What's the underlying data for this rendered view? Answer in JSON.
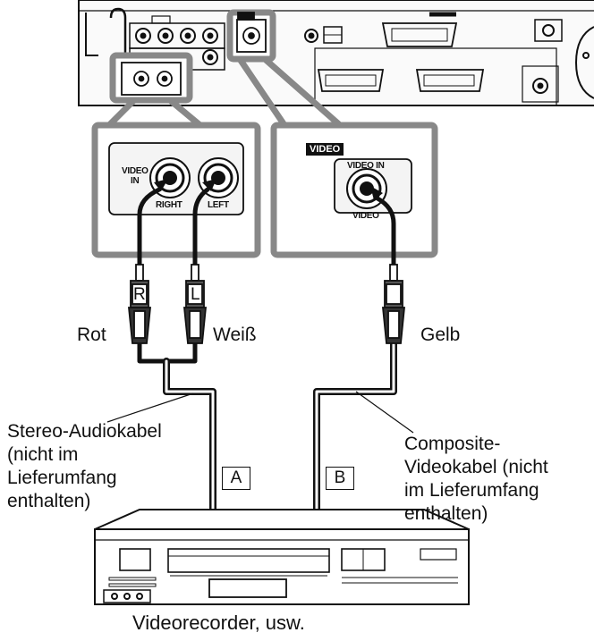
{
  "labels": {
    "video_in_top": "VIDEO",
    "video_in_bottom": "IN",
    "right": "RIGHT",
    "left": "LEFT",
    "video_tag": "VIDEO",
    "video_in": "VIDEO IN",
    "video_bottom": "VIDEO",
    "plug_r": "R",
    "plug_l": "L",
    "rot": "Rot",
    "weiss": "Weiß",
    "gelb": "Gelb",
    "stereo_line1": "Stereo-Audiokabel",
    "stereo_line2": "(nicht im",
    "stereo_line3": "Lieferumfang",
    "stereo_line4": "enthalten)",
    "comp_line1": "Composite-",
    "comp_line2": "Videokabel (nicht",
    "comp_line3": "im Lieferumfang",
    "comp_line4": "enthalten)",
    "box_a": "A",
    "box_b": "B",
    "vcr_caption": "Videorecorder, usw."
  },
  "colors": {
    "frame_gray": "#888888",
    "line": "#111111",
    "panel": "#f4f4f4"
  }
}
